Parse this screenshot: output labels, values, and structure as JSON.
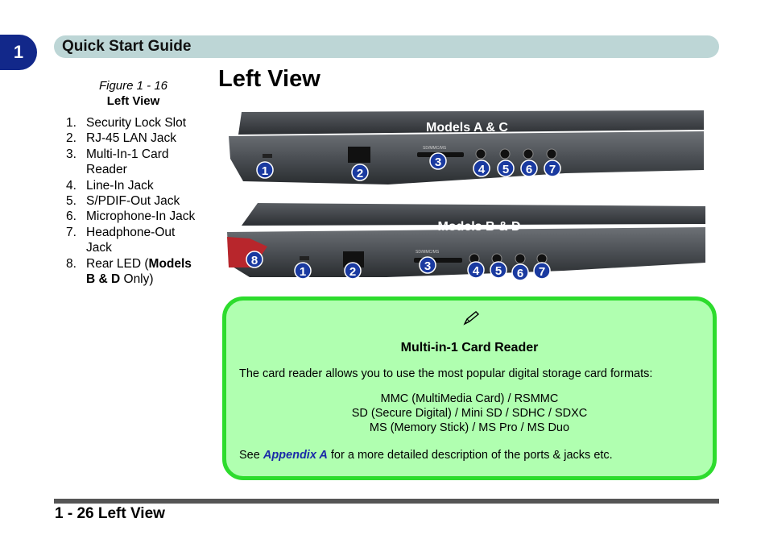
{
  "chapter_tab": "1",
  "header": {
    "title": "Quick Start Guide"
  },
  "figure": {
    "number": "Figure 1 - 16",
    "title": "Left View"
  },
  "page_title": "Left View",
  "legend": [
    {
      "num": "1.",
      "text": "Security Lock Slot"
    },
    {
      "num": "2.",
      "text": "RJ-45 LAN Jack"
    },
    {
      "num": "3.",
      "text": "Multi-In-1 Card Reader"
    },
    {
      "num": "4.",
      "text": "Line-In Jack"
    },
    {
      "num": "5.",
      "text": "S/PDIF-Out Jack"
    },
    {
      "num": "6.",
      "text": "Microphone-In Jack"
    },
    {
      "num": "7.",
      "text": "Headphone-Out Jack"
    },
    {
      "num": "8.",
      "text_before": "Rear LED (",
      "text_bold": "Models B & D",
      "text_after": " Only)"
    }
  ],
  "laptop_top": {
    "label": "Models A & C",
    "slot_label": "SD/MMC/MS",
    "markers": [
      "1",
      "2",
      "3",
      "4",
      "5",
      "6",
      "7"
    ]
  },
  "laptop_bottom": {
    "label": "Models B & D",
    "slot_label": "SD/MMC/MS",
    "markers": [
      "8",
      "1",
      "2",
      "3",
      "4",
      "5",
      "6",
      "7"
    ]
  },
  "note": {
    "icon": "pencil-icon",
    "title": "Multi-in-1 Card Reader",
    "text": "The card reader allows you to use the most popular digital storage card formats:",
    "formats": [
      "MMC (MultiMedia Card) / RSMMC",
      "SD (Secure Digital) / Mini SD / SDHC / SDXC",
      "MS (Memory Stick) / MS Pro / MS Duo"
    ],
    "see_before": "See ",
    "see_link": "Appendix A",
    "see_after": " for a more detailed description of the ports & jacks etc."
  },
  "colors": {
    "accent": "#12288a",
    "header_bar": "#bdd6d6",
    "note_bg": "#b0ffb0",
    "note_border": "#2ddc2d",
    "marker": "#1a3aa0"
  },
  "footer": {
    "text": "1 - 26 Left View"
  }
}
